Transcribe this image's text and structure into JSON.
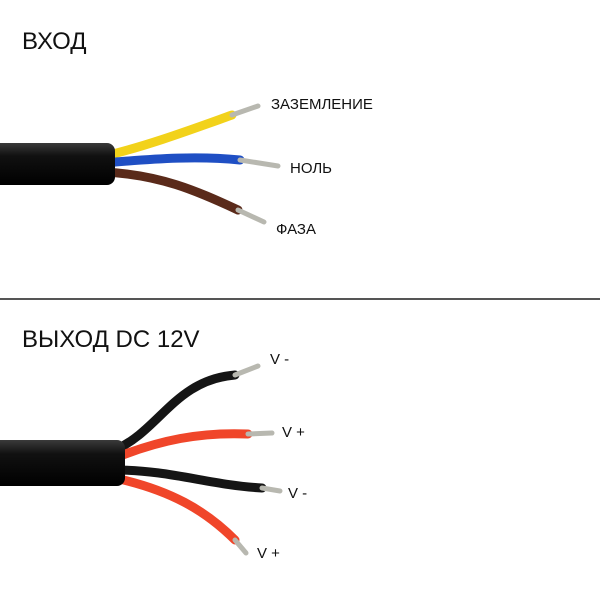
{
  "input": {
    "title": "ВХОД",
    "wires": [
      {
        "label": "ЗАЗЕМЛЕНИЕ",
        "color": "#f2d21a"
      },
      {
        "label": "НОЛЬ",
        "color": "#1f4fc4"
      },
      {
        "label": "ФАЗА",
        "color": "#5a2a1a"
      }
    ]
  },
  "output": {
    "title": "ВЫХОД DC 12V",
    "wires": [
      {
        "label": "V -",
        "color": "#151515"
      },
      {
        "label": "V +",
        "color": "#f0462a"
      },
      {
        "label": "V -",
        "color": "#151515"
      },
      {
        "label": "V +",
        "color": "#f0462a"
      }
    ]
  }
}
